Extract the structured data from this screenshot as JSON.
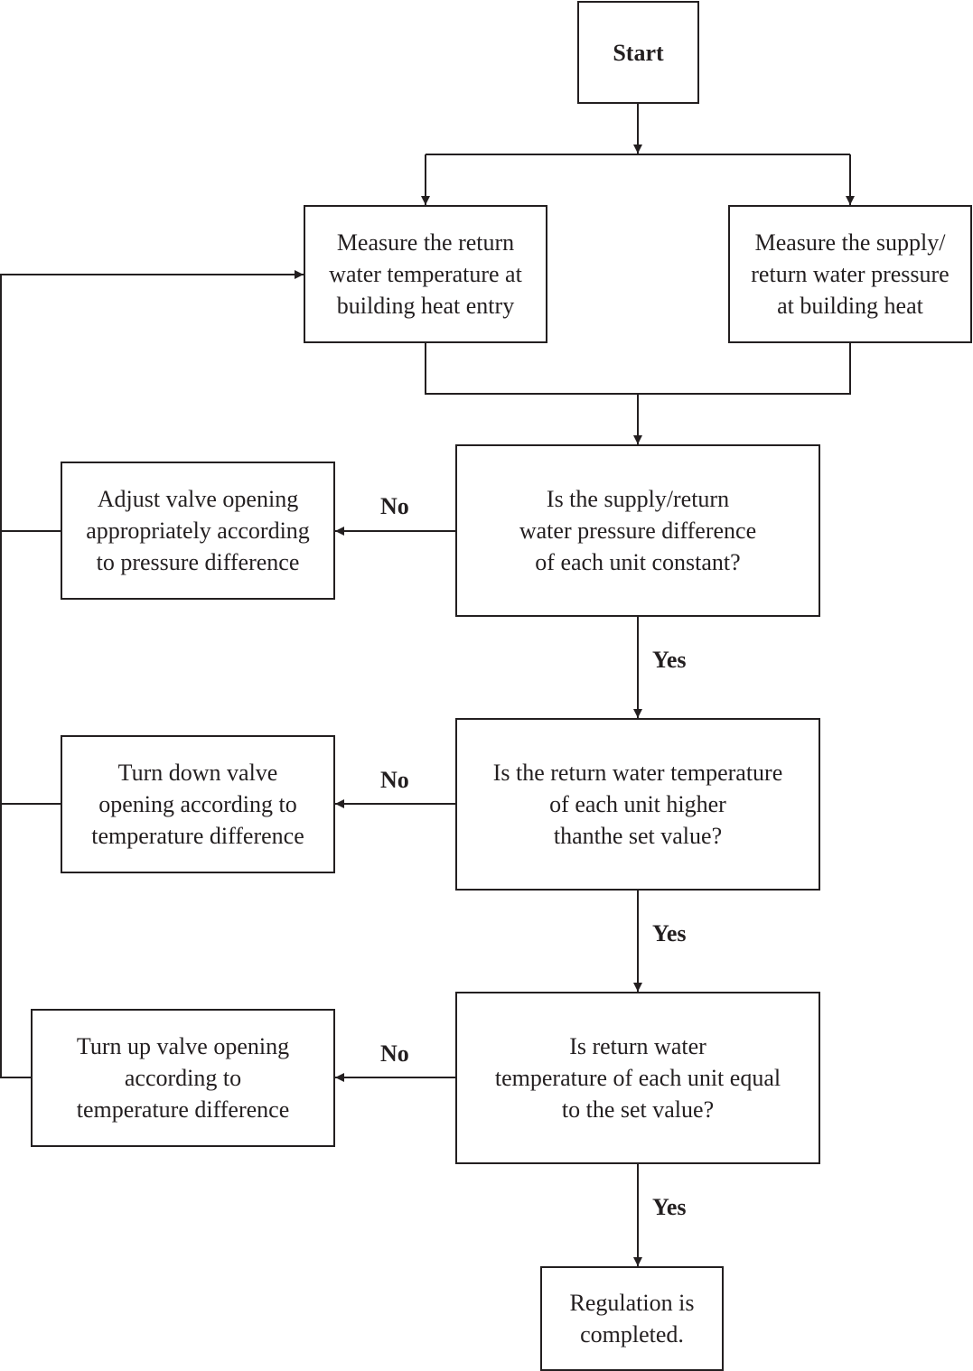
{
  "diagram": {
    "nodes": {
      "start": {
        "lines": [
          "Start"
        ]
      },
      "measure_temp": {
        "lines": [
          "Measure the return",
          "water temperature at",
          "building heat entry"
        ]
      },
      "measure_pressure": {
        "lines": [
          "Measure the supply/",
          "return water pressure",
          "at building heat"
        ]
      },
      "q_pressure": {
        "lines": [
          "Is the supply/return",
          "water pressure difference",
          "of each unit constant?"
        ]
      },
      "adjust_valve": {
        "lines": [
          "Adjust valve opening",
          "appropriately according",
          "to pressure difference"
        ]
      },
      "q_higher": {
        "lines": [
          "Is the return water temperature",
          "of each unit higher",
          "thanthe set value?"
        ]
      },
      "turn_down": {
        "lines": [
          "Turn down valve",
          "opening according to",
          "temperature difference"
        ]
      },
      "q_equal": {
        "lines": [
          "Is return water",
          "temperature of each unit equal",
          "to the set value?"
        ]
      },
      "turn_up": {
        "lines": [
          "Turn up valve opening",
          "according to",
          "temperature difference"
        ]
      },
      "done": {
        "lines": [
          "Regulation is",
          "completed."
        ]
      }
    },
    "edge_labels": {
      "no_1": "No",
      "yes_1": "Yes",
      "no_2": "No",
      "yes_2": "Yes",
      "no_3": "No",
      "yes_3": "Yes"
    }
  }
}
